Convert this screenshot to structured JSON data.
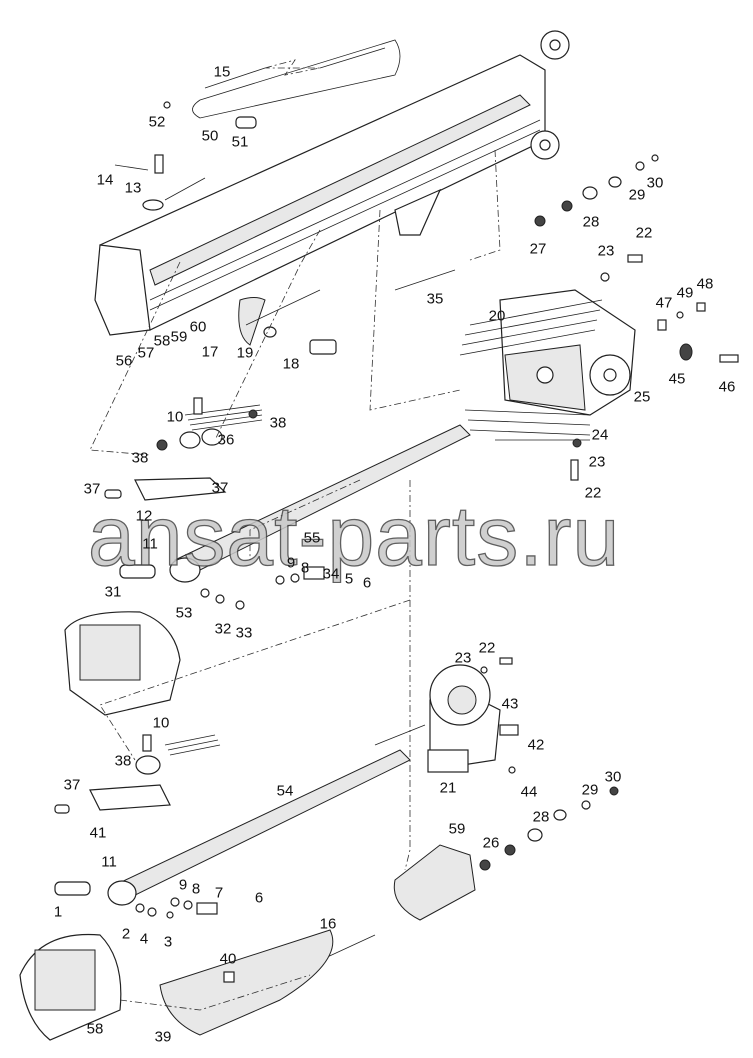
{
  "watermark": "ansat-parts.ru",
  "part_labels": [
    "15",
    "52",
    "50",
    "51",
    "14",
    "13",
    "30",
    "29",
    "28",
    "27",
    "23",
    "22",
    "35",
    "20",
    "47",
    "49",
    "48",
    "56",
    "57",
    "58",
    "59",
    "60",
    "17",
    "19",
    "18",
    "45",
    "46",
    "25",
    "10",
    "38",
    "38",
    "36",
    "24",
    "23",
    "37",
    "37",
    "22",
    "12",
    "11",
    "55",
    "9",
    "8",
    "34",
    "5",
    "6",
    "31",
    "53",
    "32",
    "33",
    "22",
    "23",
    "43",
    "42",
    "10",
    "38",
    "54",
    "21",
    "44",
    "37",
    "41",
    "30",
    "29",
    "28",
    "11",
    "59",
    "26",
    "9",
    "8",
    "7",
    "6",
    "1",
    "2",
    "4",
    "3",
    "16",
    "40",
    "58",
    "39"
  ]
}
